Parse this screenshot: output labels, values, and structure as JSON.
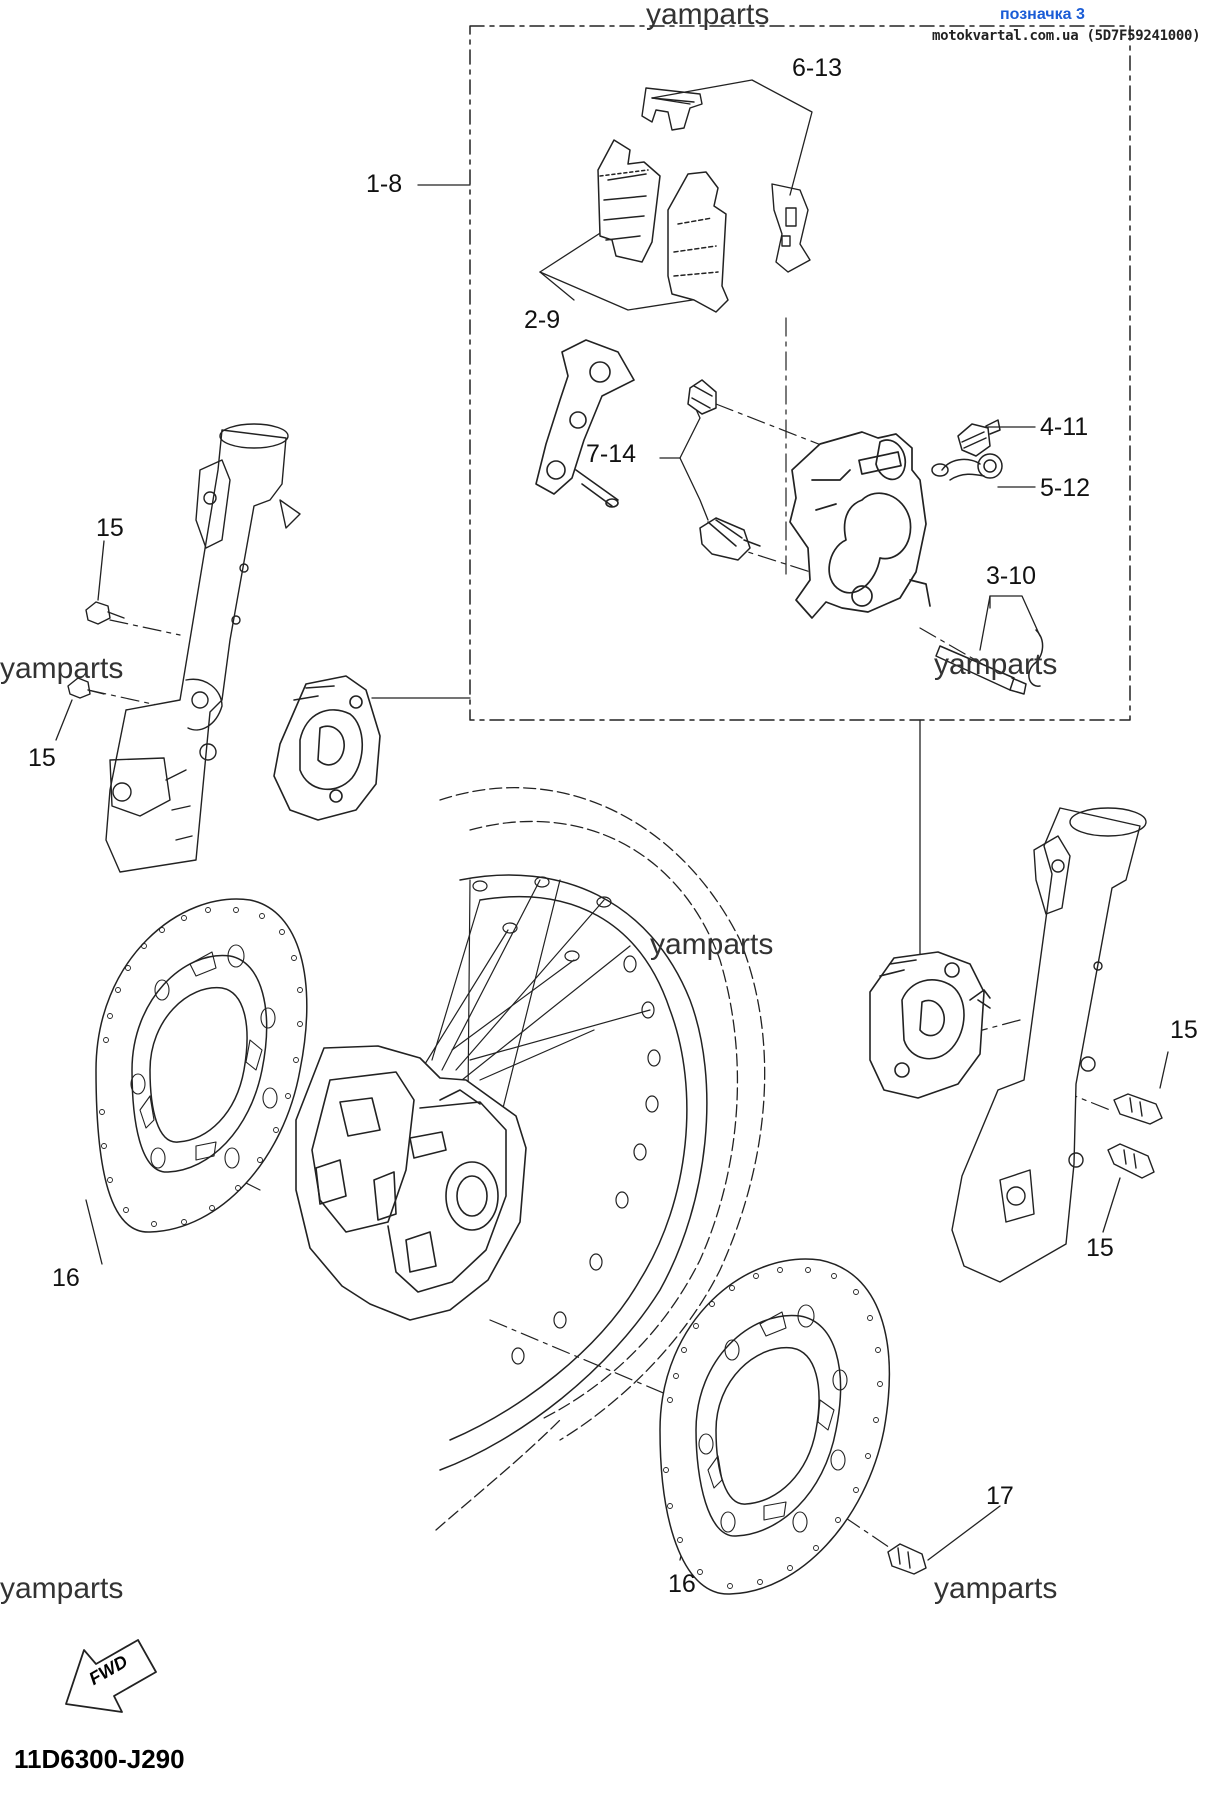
{
  "header": {
    "ref": "позначка 3",
    "site": "motokvartal.com.ua (5D7F59241000)"
  },
  "watermark": "yamparts",
  "diagram_code": "11D6300-J290",
  "fwd_label": "FWD",
  "callouts": {
    "c1_8": "1-8",
    "c6_13": "6-13",
    "c2_9": "2-9",
    "c4_11": "4-11",
    "c7_14": "7-14",
    "c5_12": "5-12",
    "c3_10": "3-10",
    "c15_a": "15",
    "c15_b": "15",
    "c15_c": "15",
    "c15_d": "15",
    "c16_a": "16",
    "c16_b": "16",
    "c17": "17"
  }
}
